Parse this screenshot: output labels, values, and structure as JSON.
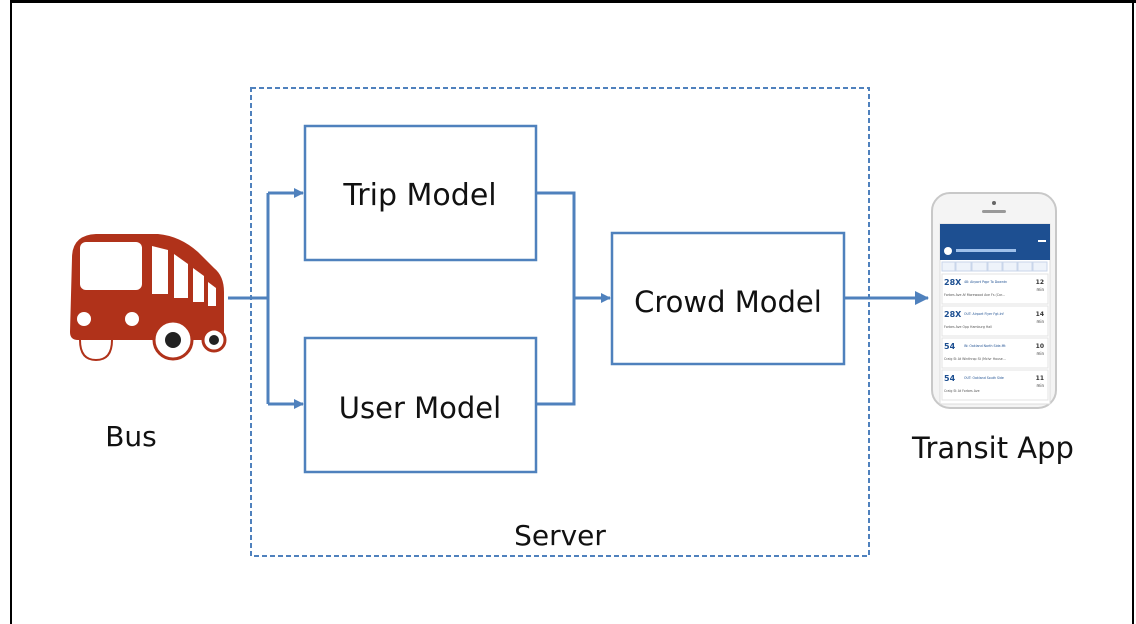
{
  "nodes": {
    "trip": "Trip Model",
    "user": "User Model",
    "crowd": "Crowd Model",
    "server": "Server",
    "bus": "Bus",
    "app": "Transit App"
  },
  "phone": {
    "routes": [
      {
        "num": "28X",
        "title": "48: Airport Pqpr To Downtn",
        "sub": "Forbes Ave Af Morewood Ave Fs (Car...",
        "time": "12\nmin"
      },
      {
        "num": "28X",
        "title": "OUT: Airport Flyer Fgt-Inf",
        "sub": "Forbes Ave Opp Hamburg Hall",
        "time": "14\nmin"
      },
      {
        "num": "54",
        "title": "IN: Oakland North Side-Mt",
        "sub": "Craig St At Winthrop St (Mclvr House...",
        "time": "10\nmin"
      },
      {
        "num": "54",
        "title": "OUT: Oakland South Side",
        "sub": "Craig St At Forbes Ave",
        "time": "11\nmin"
      }
    ]
  },
  "colors": {
    "box": "#4f81bd",
    "bus": "#b0321a",
    "phone_header": "#1d4f91"
  },
  "icons": [
    "bus-icon",
    "smartphone-icon"
  ]
}
